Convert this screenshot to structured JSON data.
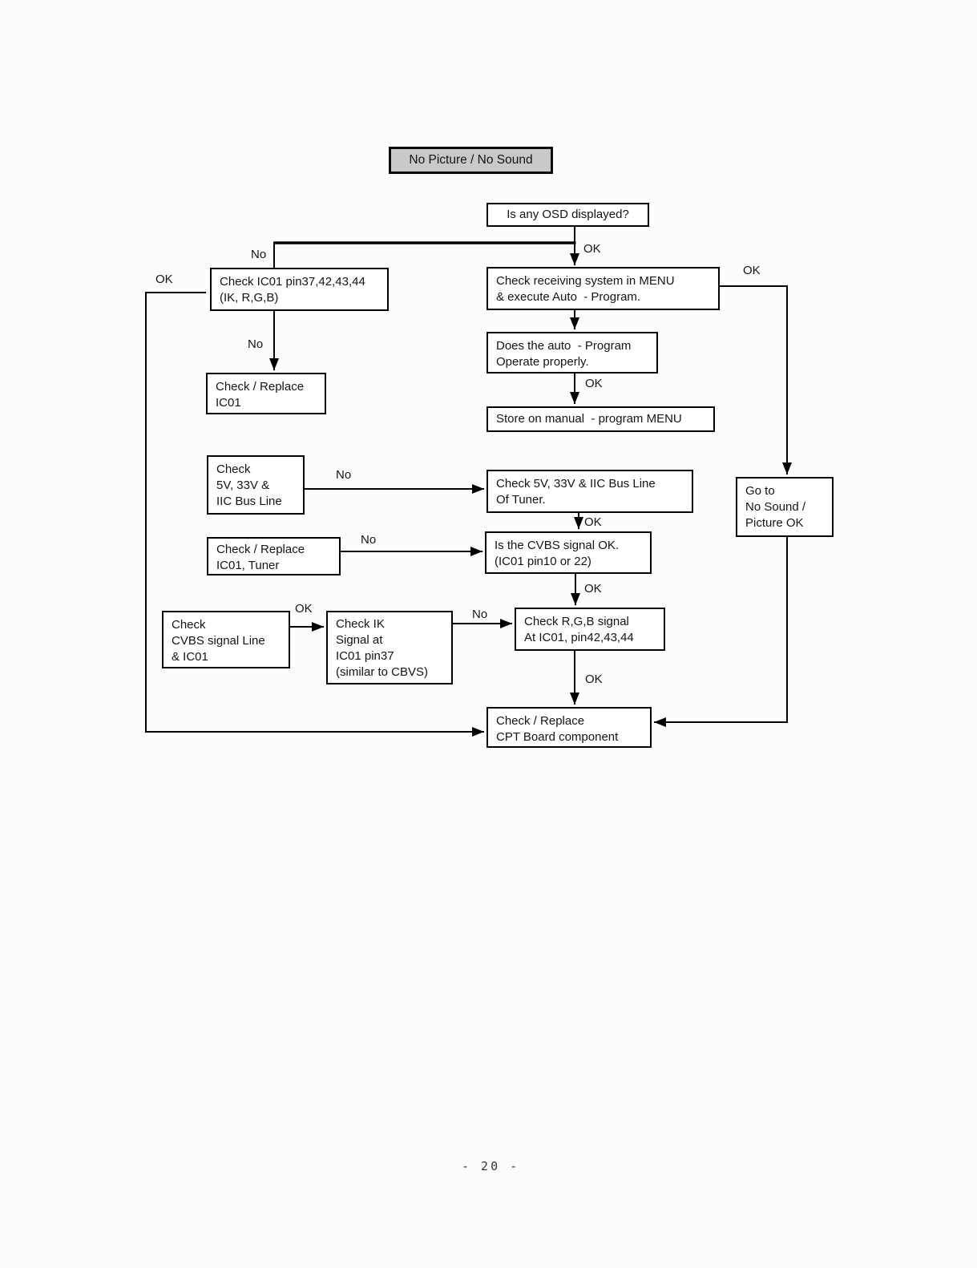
{
  "page": {
    "number_label": "- 20 -"
  },
  "colors": {
    "title_fill": "#c9c9c9",
    "line": "#000000",
    "box_border": "#000000"
  },
  "nodes": {
    "title": {
      "text": "No Picture / No Sound"
    },
    "osd": {
      "text": "Is any OSD displayed?"
    },
    "check_ic01": {
      "line1": "Check IC01 pin37,42,43,44",
      "line2": "(IK, R,G,B)"
    },
    "check_receiving": {
      "line1": "Check receiving system in MENU",
      "line2": "& execute Auto  - Program."
    },
    "does_auto": {
      "line1": "Does the auto  - Program",
      "line2": "Operate properly."
    },
    "store_manual": {
      "line1": "Store on manual  - program MENU"
    },
    "check_replace_ic01": {
      "line1": "Check / Replace",
      "line2": "IC01"
    },
    "check_5v": {
      "line1": "Check",
      "line2": "5V, 33V &",
      "line3": "IIC Bus Line"
    },
    "check_5v_tuner": {
      "line1": "Check 5V, 33V & IIC Bus Line",
      "line2": "Of Tuner."
    },
    "go_to": {
      "line1": "Go to",
      "line2": "No Sound /",
      "line3": "Picture OK"
    },
    "check_replace_tuner": {
      "line1": "Check / Replace",
      "line2": "IC01, Tuner"
    },
    "cvbs_ok": {
      "line1": "Is the CVBS signal OK.",
      "line2": "(IC01 pin10 or 22)"
    },
    "check_cvbs_line": {
      "line1": "Check",
      "line2": "CVBS signal Line",
      "line3": "& IC01"
    },
    "check_ik": {
      "line1": "Check IK",
      "line2": "Signal at",
      "line3": "IC01 pin37",
      "line4": "(similar to CBVS)"
    },
    "check_rgb": {
      "line1": "Check R,G,B signal",
      "line2": "At IC01, pin42,43,44"
    },
    "cpt_board": {
      "line1": "Check / Replace",
      "line2": "CPT Board component"
    }
  },
  "labels": {
    "osd_no": "No",
    "osd_ok": "OK",
    "ic01_left_ok": "OK",
    "ic01_no": "No",
    "receiving_ok": "OK",
    "auto_ok": "OK",
    "bus_no": "No",
    "tuner_down_ok": "OK",
    "replace_tuner_no": "No",
    "cvbs_down_ok": "OK",
    "cvbs_line_ok": "OK",
    "ik_no": "No",
    "rgb_down_ok": "OK"
  }
}
